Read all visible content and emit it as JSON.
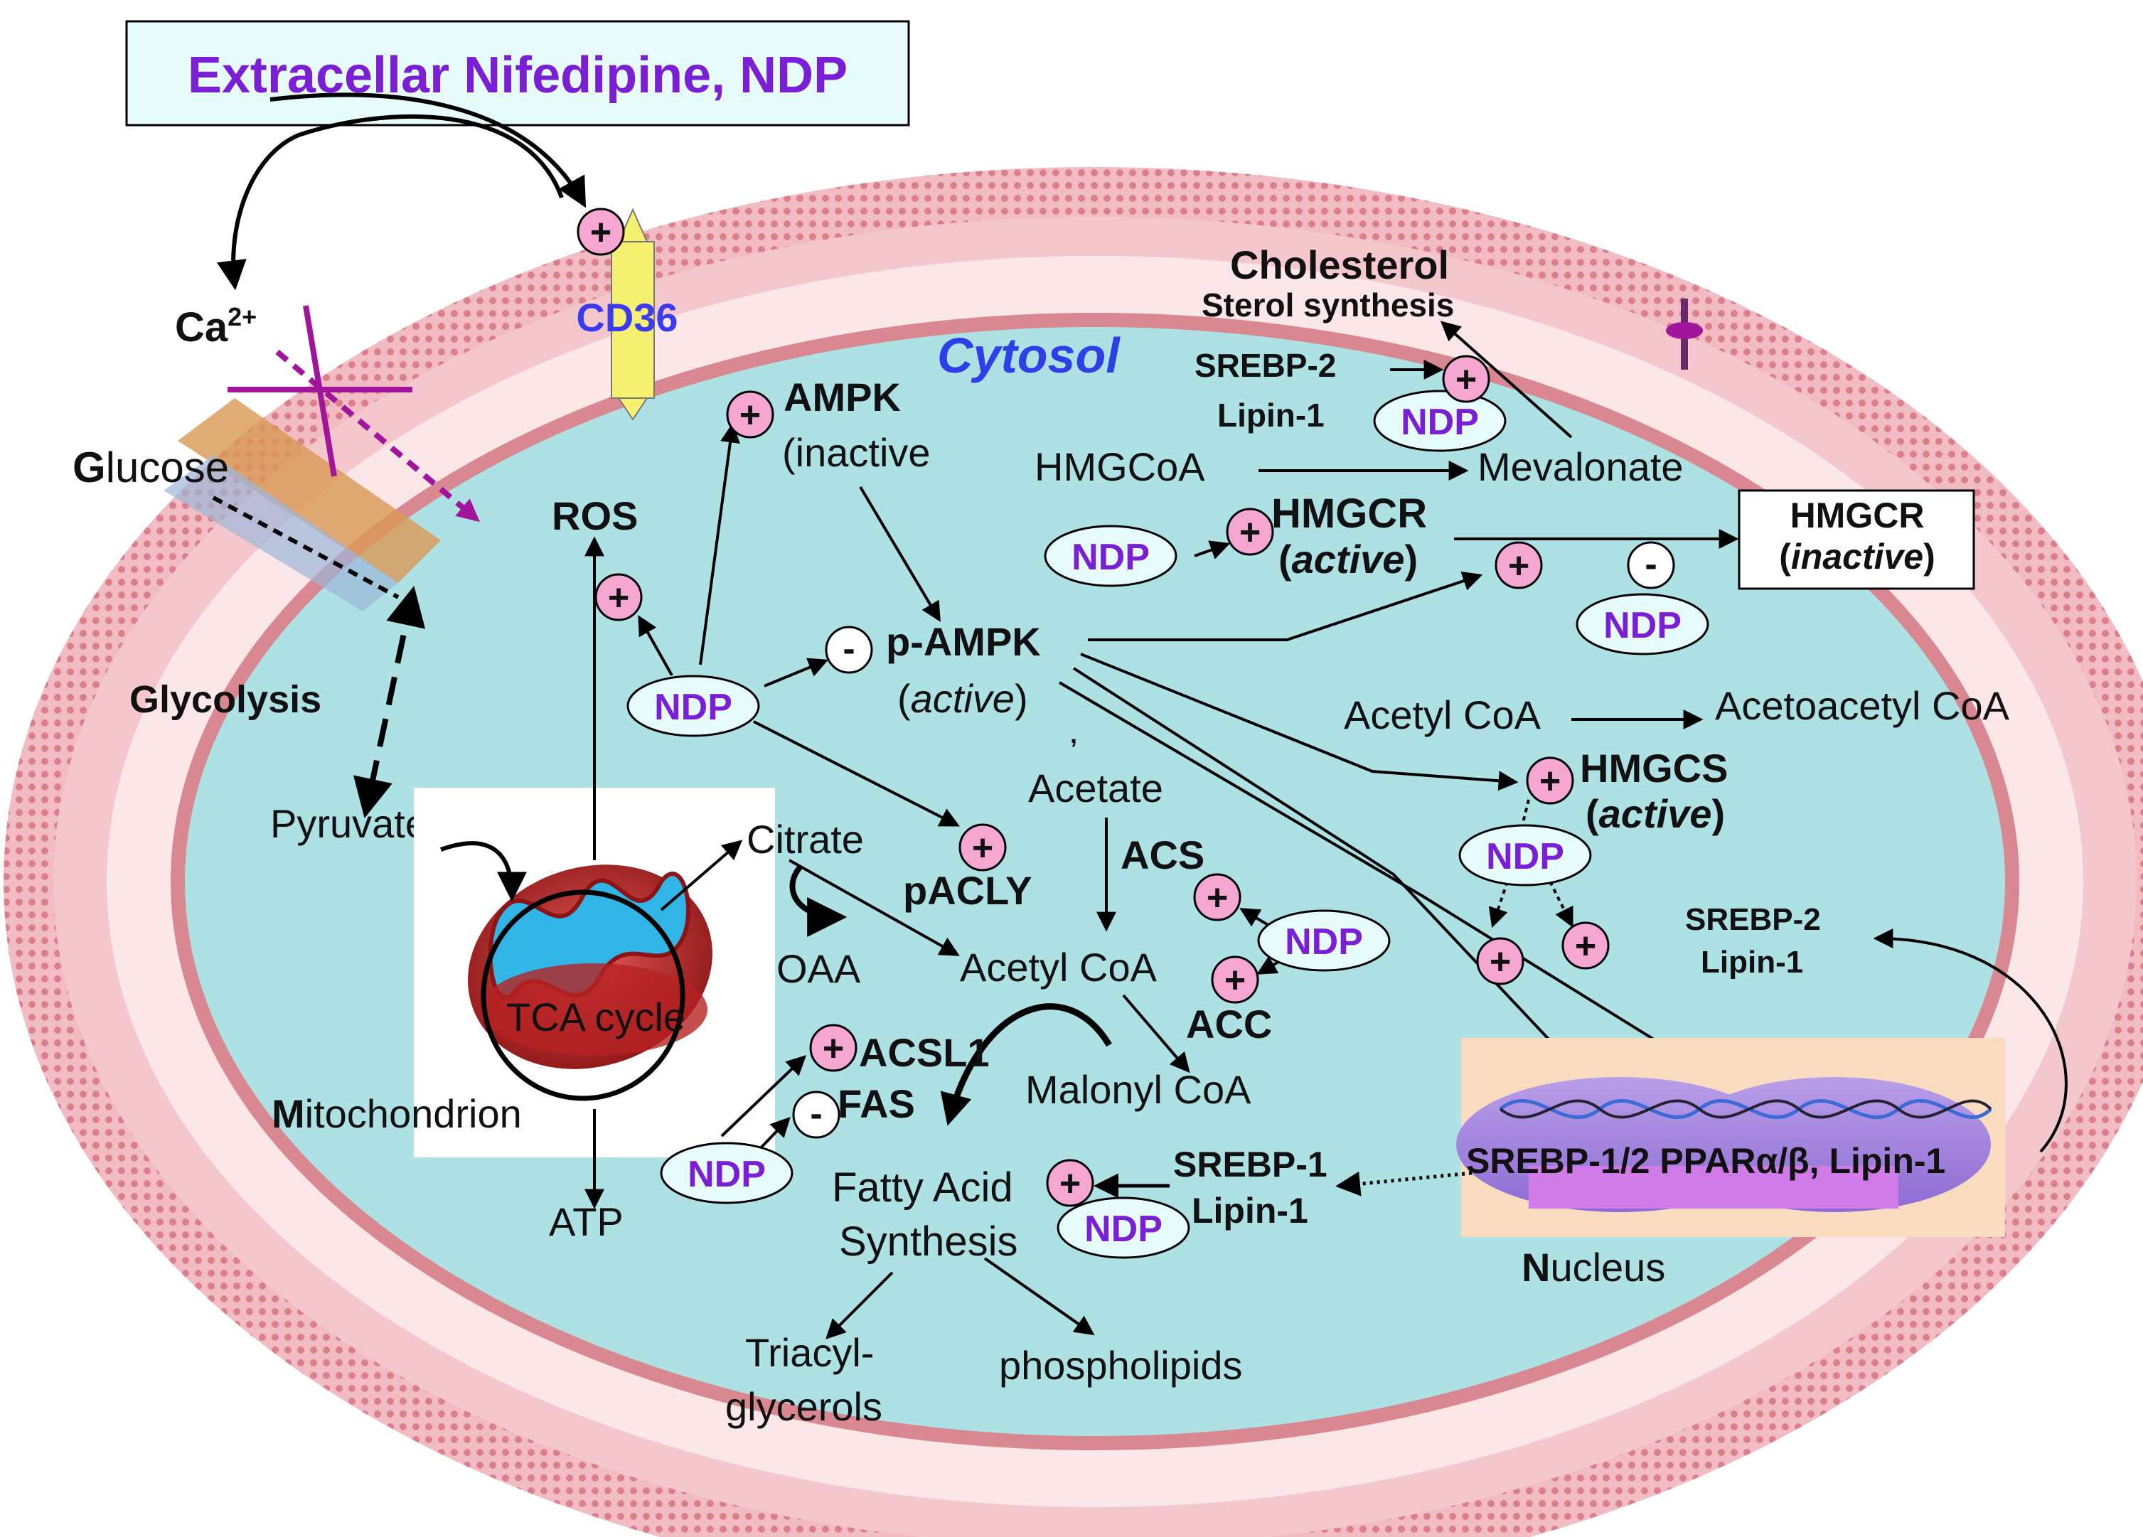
{
  "header": {
    "title": "Extracellar Nifedipine, NDP"
  },
  "signs": {
    "plus": "+",
    "minus": "-",
    "ndp": "NDP"
  },
  "membrane": {
    "ca_base": "Ca",
    "ca_sup": "2+",
    "cd36": "CD36",
    "glucose_first": "G",
    "glucose_rest": "lucose"
  },
  "cytosol": {
    "label": "Cytosol"
  },
  "ros": "ROS",
  "ampk": {
    "name": "AMPK",
    "state": "(inactive"
  },
  "p_ampk": {
    "name": "p-AMPK",
    "state": "active",
    "open": "(",
    "close": ")"
  },
  "cholesterol": {
    "title": "Cholesterol",
    "subtitle": "Sterol synthesis"
  },
  "srebp2_top": "SREBP-2",
  "lipin1_top": "Lipin-1",
  "hmgcoa": "HMGCoA",
  "mevalonate": "Mevalonate",
  "hmgcr_active": {
    "name": "HMGCR",
    "state": "active",
    "open": "(",
    "close": ")"
  },
  "hmgcr_inactive": {
    "name": "HMGCR",
    "state": "inactive",
    "open": "(",
    "close": ")"
  },
  "acetyl_coa_top": "Acetyl CoA",
  "acetoacetyl_coa": "Acetoacetyl CoA",
  "hmgcs": {
    "name": "HMGCS",
    "state": "active",
    "open": "(",
    "close": ")"
  },
  "glycolysis": "Glycolysis",
  "pyruvate": "Pyruvate",
  "mitochondrion": {
    "first": "M",
    "rest": "itochondrion"
  },
  "tca_cycle": "TCA cycle",
  "citrate": "Citrate",
  "oaa": "OAA",
  "pacly": "pACLY",
  "acetate": "Acetate",
  "acs": "ACS",
  "acetyl_coa_mid": "Acetyl CoA",
  "acc": "ACC",
  "malonyl_coa": "Malonyl CoA",
  "acsl1": "ACSL1",
  "fas": "FAS",
  "atp": "ATP",
  "fatty_acid": {
    "line1": "Fatty Acid",
    "line2": "Synthesis"
  },
  "srebp1": "SREBP-1",
  "lipin1_bottom": "Lipin-1",
  "triacylglycerols": {
    "line1": "Triacyl-",
    "line2": "glycerols"
  },
  "phospholipids": "phospholipids",
  "srebp2_right": "SREBP-2",
  "lipin1_right": "Lipin-1",
  "nucleus": {
    "label_first": "N",
    "label_rest": "ucleus",
    "genes": "SREBP-1/2 PPARα/β, Lipin-1"
  },
  "stray_mark": ","
}
